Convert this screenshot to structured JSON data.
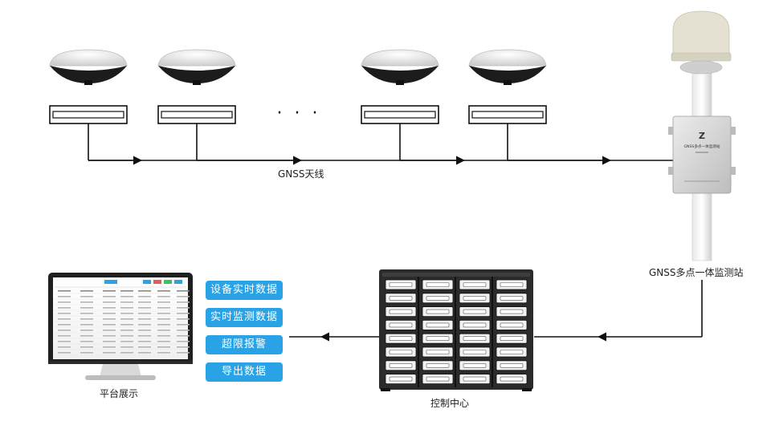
{
  "antenna_label": "GNSS天线",
  "station_label": "GNSS多点一体监测站",
  "station_box_text": "GNSS多点一体监测站",
  "station_logo": "Z",
  "display_label": "平台展示",
  "center_label": "控制中心",
  "ellipsis": "· · ·",
  "features": [
    "设备实时数据",
    "实时监测数据",
    "超限报警",
    "导出数据"
  ],
  "colors": {
    "accent": "#29a3e6",
    "line": "#111111",
    "cabinet": "#2b2b2b"
  },
  "icons": [
    "gnss-antenna-icon",
    "monitoring-station-icon",
    "server-cabinet-icon",
    "monitor-icon"
  ]
}
